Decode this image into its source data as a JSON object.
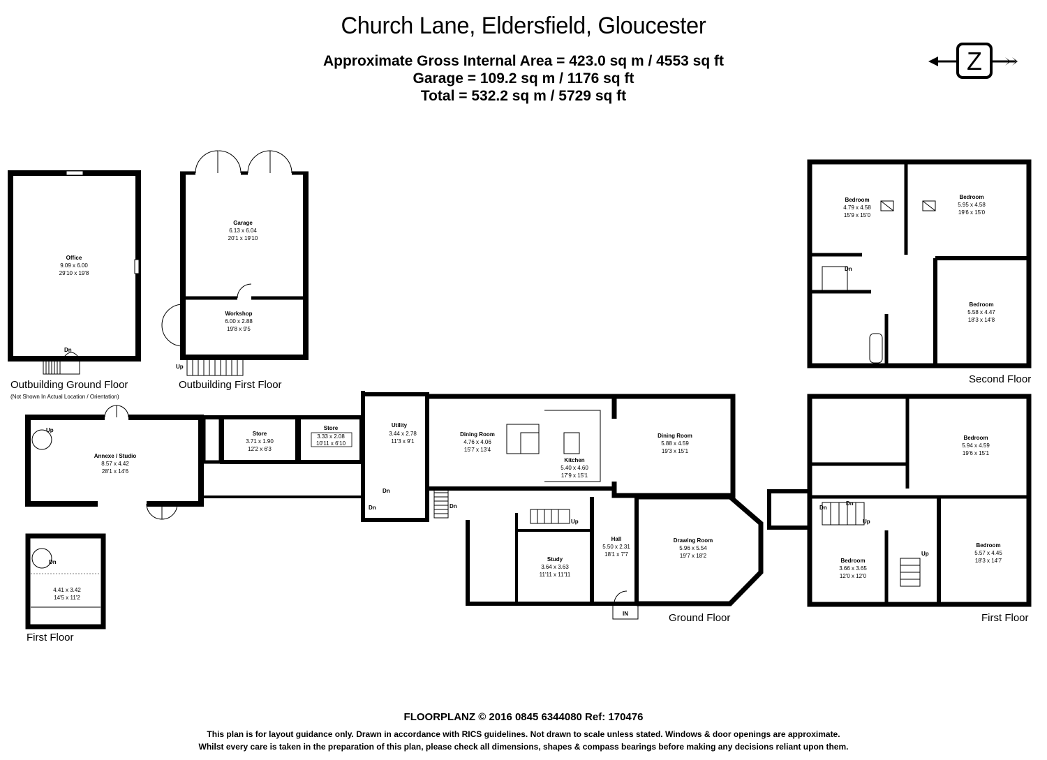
{
  "header": {
    "title": "Church Lane, Eldersfield, Gloucester",
    "area_lines": [
      "Approximate Gross Internal Area = 423.0 sq m / 4553 sq ft",
      "Garage = 109.2 sq m / 1176 sq ft",
      "Total = 532.2 sq m / 5729 sq ft"
    ]
  },
  "compass": {
    "letter": "Z"
  },
  "floors": {
    "outbuilding_ground": "Outbuilding Ground Floor",
    "outbuilding_note": "(Not Shown In Actual Location / Orientation)",
    "outbuilding_first": "Outbuilding First Floor",
    "first_floor_small": "First Floor",
    "ground": "Ground Floor",
    "first": "First Floor",
    "second": "Second Floor"
  },
  "rooms": {
    "office": {
      "name": "Office",
      "m": "9.09 x 6.00",
      "ft": "29'10 x 19'8"
    },
    "garage": {
      "name": "Garage",
      "m": "6.13 x 6.04",
      "ft": "20'1 x 19'10"
    },
    "workshop": {
      "name": "Workshop",
      "m": "6.00 x 2.88",
      "ft": "19'8 x 9'5"
    },
    "annexe": {
      "name": "Annexe / Studio",
      "m": "8.57 x 4.42",
      "ft": "28'1 x 14'6"
    },
    "store1": {
      "name": "Store",
      "m": "3.71 x 1.90",
      "ft": "12'2 x 6'3"
    },
    "store2": {
      "name": "Store",
      "m": "3.33 x 2.08",
      "ft": "10'11 x 6'10"
    },
    "utility": {
      "name": "Utility",
      "m": "3.44 x 2.78",
      "ft": "11'3 x 9'1"
    },
    "dining1": {
      "name": "Dining Room",
      "m": "4.76 x 4.06",
      "ft": "15'7 x 13'4"
    },
    "kitchen": {
      "name": "Kitchen",
      "m": "5.40 x 4.60",
      "ft": "17'9 x 15'1"
    },
    "dining2": {
      "name": "Dining Room",
      "m": "5.88 x 4.59",
      "ft": "19'3 x 15'1"
    },
    "study": {
      "name": "Study",
      "m": "3.64 x 3.63",
      "ft": "11'11 x 11'11"
    },
    "hall": {
      "name": "Hall",
      "m": "5.50 x 2.31",
      "ft": "18'1 x 7'7"
    },
    "drawing": {
      "name": "Drawing Room",
      "m": "5.96 x 5.54",
      "ft": "19'7 x 18'2"
    },
    "annexe_first": {
      "m": "4.41 x 3.42",
      "ft": "14'5 x 11'2"
    },
    "ff_bed1": {
      "name": "Bedroom",
      "m": "5.94 x 4.59",
      "ft": "19'6 x 15'1"
    },
    "ff_bed2": {
      "name": "Bedroom",
      "m": "3.66 x 3.65",
      "ft": "12'0 x 12'0"
    },
    "ff_bed3": {
      "name": "Bedroom",
      "m": "5.57 x 4.45",
      "ft": "18'3 x 14'7"
    },
    "sf_bed1": {
      "name": "Bedroom",
      "m": "4.79 x 4.58",
      "ft": "15'9 x 15'0"
    },
    "sf_bed2": {
      "name": "Bedroom",
      "m": "5.95 x 4.58",
      "ft": "19'6 x 15'0"
    },
    "sf_bed3": {
      "name": "Bedroom",
      "m": "5.58 x 4.47",
      "ft": "18'3 x 14'8"
    }
  },
  "markers": {
    "up": "Up",
    "dn": "Dn",
    "in": "IN"
  },
  "footer": {
    "line1": "FLOORPLANZ © 2016    0845 6344080    Ref: 170476",
    "line2": "This plan is for layout guidance only. Drawn in accordance with RICS guidelines. Not drawn to scale unless stated. Windows & door openings are approximate.",
    "line3": "Whilst every care is taken in the preparation of this plan, please check all dimensions, shapes & compass bearings before making any decisions reliant upon them."
  }
}
